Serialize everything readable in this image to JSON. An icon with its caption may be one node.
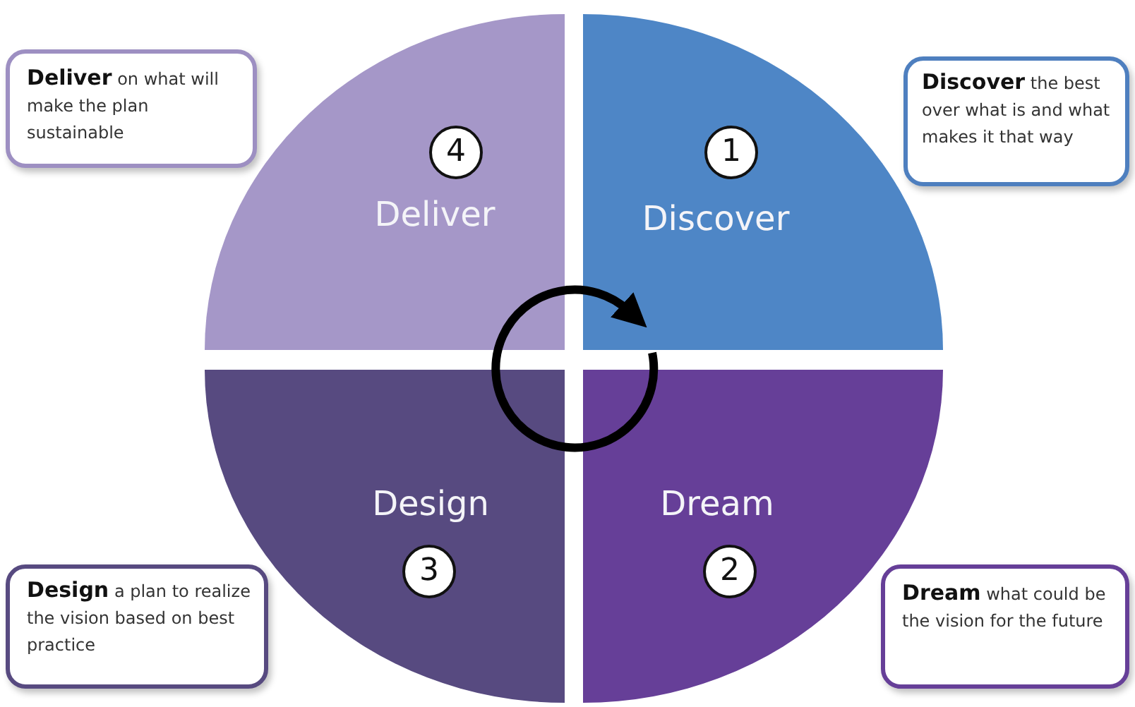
{
  "diagram": {
    "nodes": [
      {
        "text": [
          "**Deliver** on what will make the plan sustainable"
        ]
      },
      {
        "text": [
          "4",
          "Deliver"
        ]
      },
      {
        "text": [
          "1",
          "Discover"
        ]
      },
      {
        "text": [
          "**Discover** the best over what is and what makes it that way"
        ]
      },
      {
        "text": [
          "**Design** a plan to realize the vision based on best practice"
        ]
      },
      {
        "text": [
          "Design",
          "3"
        ]
      },
      {
        "text": [
          "Dream",
          "2"
        ]
      },
      {
        "text": [
          "**Dream** what could be the vision for the future"
        ]
      }
    ],
    "edges": []
  }
}
